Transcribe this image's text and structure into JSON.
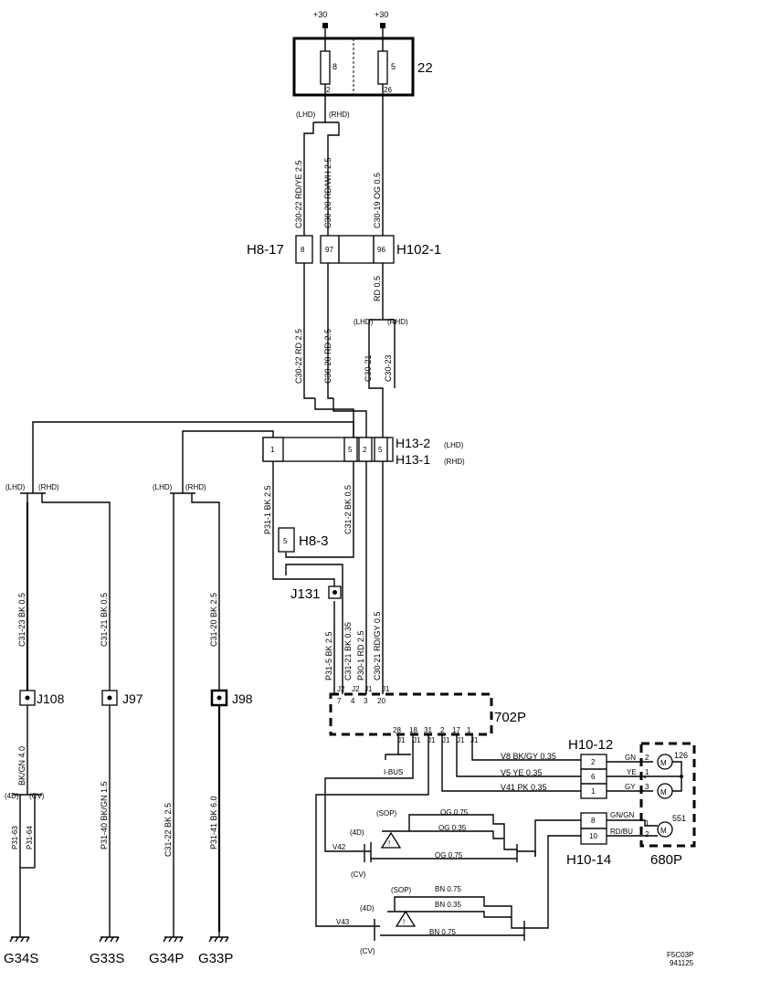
{
  "fuse_box": {
    "id": "22",
    "supply_left": "+30",
    "supply_right": "+30",
    "fuse_left": "8",
    "fuse_right": "5",
    "pin_left": "2",
    "pin_right": "26"
  },
  "variants": {
    "lhd": "(LHD)",
    "rhd": "(RHD)",
    "cv": "(CV)",
    "d4": "(4D)",
    "sop": "(SOP)"
  },
  "connectors": {
    "h8_17": "H8-17",
    "h102_1": "H102-1",
    "h13_2": "H13-2",
    "h13_1": "H13-1",
    "lhd": "(LHD)",
    "rhd": "(RHD)",
    "h8_3": "H8-3",
    "j131": "J131",
    "j108": "J108",
    "j97": "J97",
    "j98": "J98",
    "c702": "702P",
    "h10_12": "H10-12",
    "h10_14": "H10-14",
    "c680": "680P",
    "motor_126": "126",
    "motor_551": "551"
  },
  "pins": {
    "h8_17": "8",
    "h102_1_a": "97",
    "h102_1_b": "96",
    "h13_1": "1",
    "h13_5a": "5",
    "h13_2": "2",
    "h13_5b": "5",
    "h8_3": "5",
    "p702_7": "7",
    "p702_4": "4",
    "p702_3": "3",
    "p702_20": "20",
    "p702_j2a": "J2",
    "p702_j2b": "J2",
    "p702_j1a": "J1",
    "p702_j1b": "J1",
    "p702_28": "28",
    "p702_18": "18",
    "p702_31": "31",
    "p702_2": "2",
    "p702_17": "17",
    "p702_1": "1",
    "h10_12_2": "2",
    "h10_12_6": "6",
    "h10_12_1": "1",
    "h10_14_8": "8",
    "h10_14_10": "10",
    "m_2": "2",
    "m_1": "1",
    "m_3": "3",
    "m_1b": "1",
    "m_2b": "2"
  },
  "wires": {
    "w1": "C30-22 RD/YE 2.5",
    "w2": "C30-20 RD/WH 2.5",
    "w3": "C30-19 OG 0.5",
    "w4": "C30-22 RD 2.5",
    "w5": "C30-20 RD 2.5",
    "w6": "RD 0.5",
    "w7": "C30-21",
    "w8": "C30-23",
    "w9": "P31-1 BK 2.5",
    "w10": "C31-2 BK 0.5",
    "w11": "P31-5 BK 2.5",
    "w12": "C31-21 BK 0.35",
    "w13": "P30-1 RD 2.5",
    "w14": "C30-21 RD/GY 0.5",
    "w15": "C31-23 BK 0.5",
    "w16": "C31-21 BK 0.5",
    "w17": "C31-22 BK 2.5",
    "w18": "C31-20 BK 2.5",
    "w19": "BK/GN 4.0",
    "w20": "P31-63",
    "w21": "P31-64",
    "w22": "P31-40 BK/GN 1.5",
    "w23": "P31-41 BK 6.0",
    "w24": "V8   BK/GY  0.35",
    "w25": "V5   YE      0.35",
    "w26": "V41  PK    0.35",
    "w27": "OG 0.75",
    "w28": "OG 0.35",
    "w29": "OG 0.75",
    "w30": "BN 0.75",
    "w31": "BN 0.35",
    "w32": "BN 0.75",
    "w33": "GN",
    "w34": "YE",
    "w35": "GY",
    "w36": "GN/GN",
    "w37": "RD/BU",
    "v42": "V42",
    "v43": "V43",
    "ibus": "I-BUS"
  },
  "grounds": {
    "g1": "G34S",
    "g2": "G33S",
    "g3": "G34P",
    "g4": "G33P"
  },
  "footer": {
    "code1": "F5C03P",
    "code2": "941125"
  }
}
